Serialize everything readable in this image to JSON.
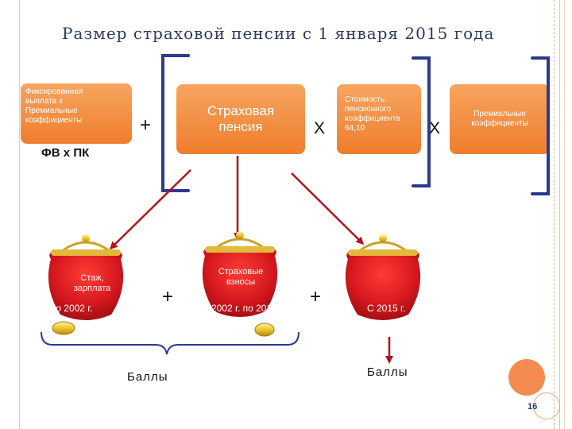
{
  "title": "Размер страховой пенсии с 1 января 2015 года",
  "formula": {
    "fixed_box": "Фиксированная\nвыплата  х\nПремиальные\nкоэффициенты",
    "insurance_box": "Страховая\nпенсия",
    "cost_box": "Стоимость\nпенсионного\nкоэффициента\n64,10",
    "premium_box": "Премиальные\nкоэффициенты",
    "op_plus": "+",
    "op_times_1": "Х",
    "op_times_2": "Х",
    "fv_label": "ФВ х ПК"
  },
  "purses": [
    {
      "label": "Стаж,\nзарплата",
      "era": "До 2002 г."
    },
    {
      "label": "Страховые\nвзносы",
      "era": "С 2002 г. по 2014 г."
    },
    {
      "label": "",
      "era": "С 2015 г."
    }
  ],
  "purse_ops": [
    "+",
    "+"
  ],
  "points_left": "Баллы",
  "points_right": "Баллы",
  "page_number": "16",
  "colors": {
    "box_orange": "#ef7d2c",
    "purse_red": "#d7191f",
    "bracket_blue": "#2b3a8f",
    "arrow_red": "#b5121b",
    "title_navy": "#2d3a66"
  }
}
